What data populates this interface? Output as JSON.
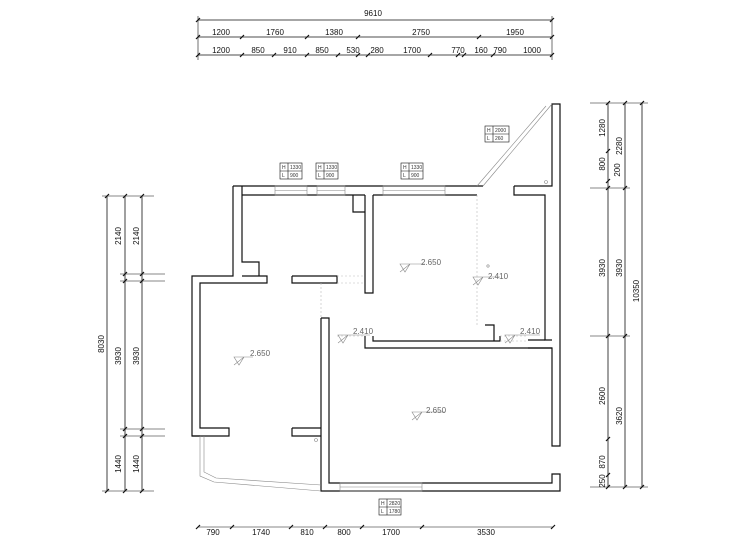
{
  "top_dims": {
    "total": "9610",
    "row1": [
      "1200",
      "1760",
      "1380",
      "2750",
      "1950"
    ],
    "row2": [
      "1200",
      "850",
      "910",
      "850",
      "530",
      "280",
      "1700",
      "770",
      "160",
      "790",
      "1000"
    ]
  },
  "right_dims": {
    "total": "10350",
    "inner": [
      "1280",
      "800",
      "200",
      "3930",
      "2600",
      "870",
      "250"
    ],
    "outer": [
      "2280",
      "3930",
      "3620"
    ]
  },
  "left_dims": {
    "total": "8030",
    "inner": [
      "2140",
      "3930",
      "1440"
    ],
    "outer": [
      "2140",
      "3930",
      "1440"
    ]
  },
  "bottom_dims": [
    "790",
    "1740",
    "810",
    "800",
    "1700",
    "3530"
  ],
  "elevations": [
    "2.650",
    "2.650",
    "2.650",
    "2.410",
    "2.410",
    "2.410"
  ],
  "window_tags": [
    {
      "h": "1330",
      "l": "900"
    },
    {
      "h": "1330",
      "l": "900"
    },
    {
      "h": "1330",
      "l": "900"
    },
    {
      "h": "2000",
      "l": "260"
    },
    {
      "h": "2820",
      "l": "1780"
    }
  ]
}
